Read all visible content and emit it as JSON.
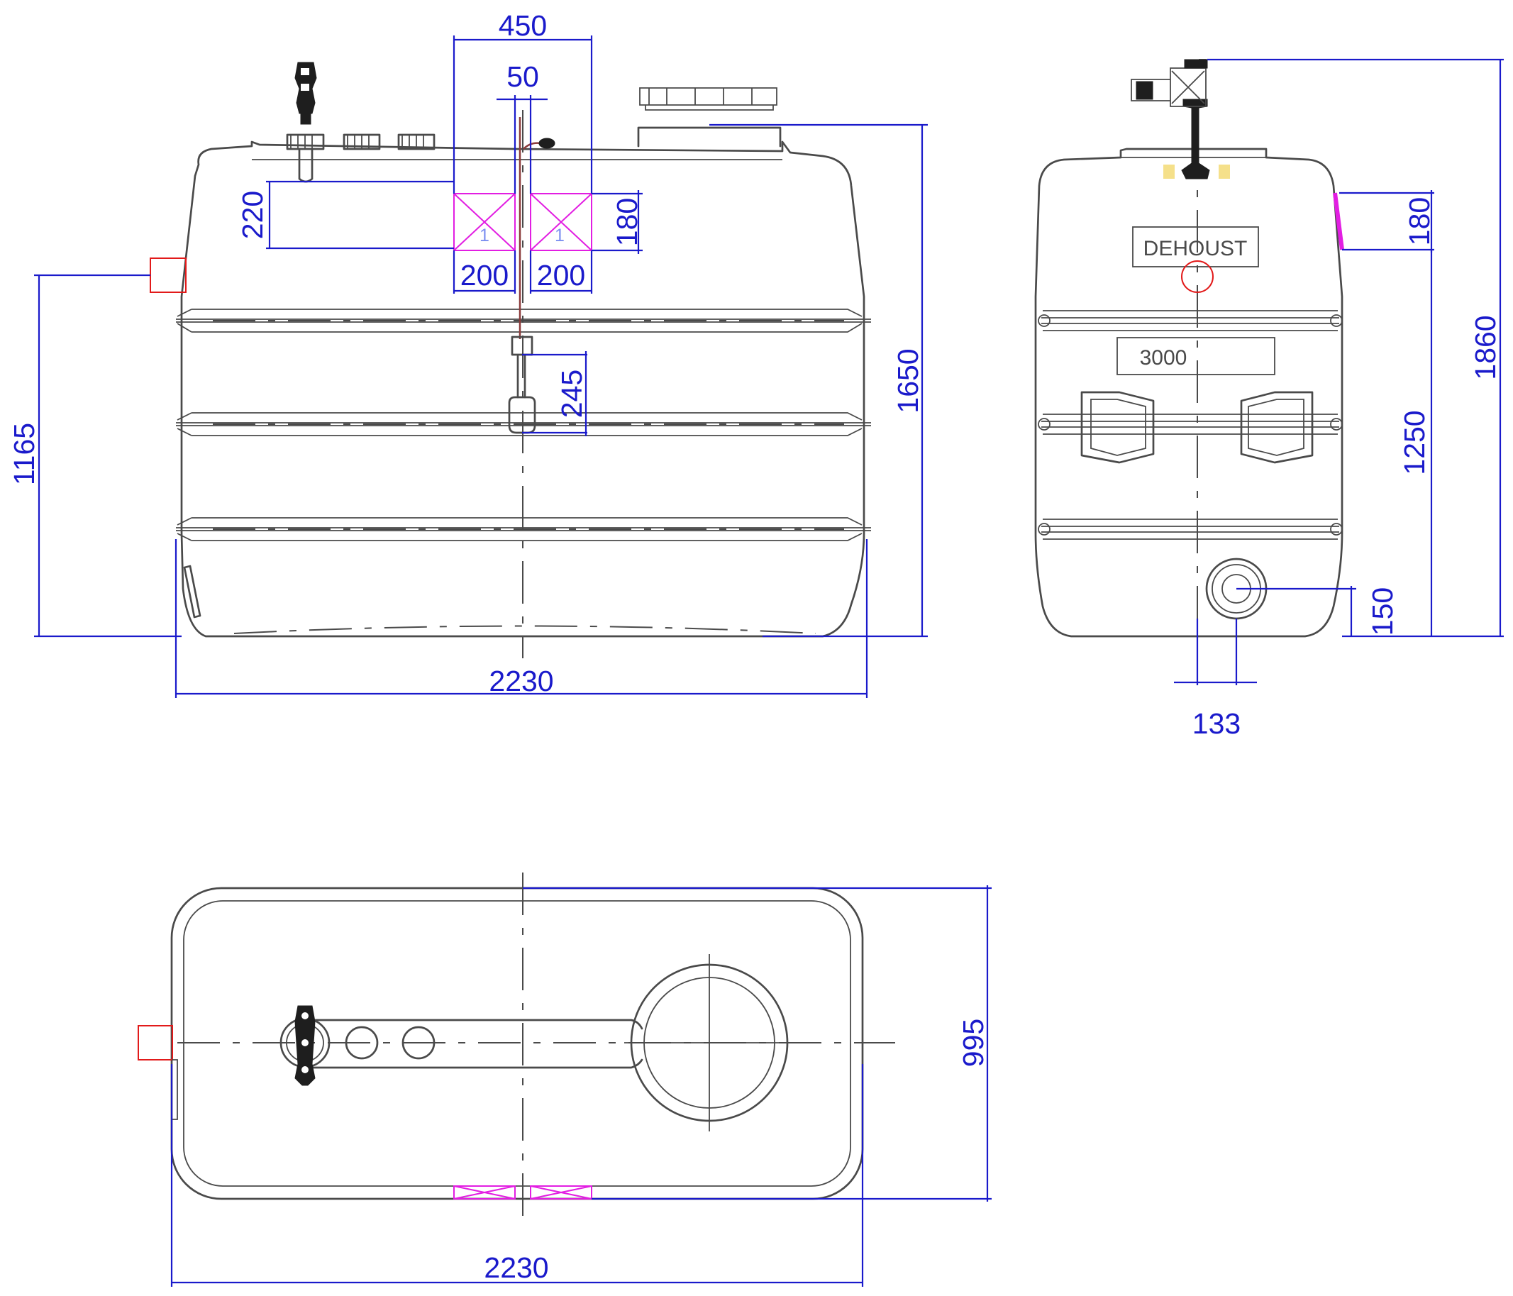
{
  "front_view": {
    "dimensions": {
      "top_width": "450",
      "gap": "50",
      "nozzle_height": "220",
      "cross_height": "180",
      "cross_left_width": "200",
      "cross_right_width": "200",
      "float_offset": "245",
      "connector_height": "1165",
      "overall_height": "1650",
      "overall_width": "2230"
    },
    "cross_tags": [
      "1",
      "1"
    ]
  },
  "side_view": {
    "brand_label": "DEHOUST",
    "volume_label": "3000",
    "dimensions": {
      "top_height": "1860",
      "cross_height": "180",
      "mid_height": "1250",
      "outlet_height": "150",
      "outlet_offset": "133"
    }
  },
  "top_view": {
    "dimensions": {
      "depth": "995",
      "width": "2230"
    }
  },
  "colors": {
    "outline": "#4a4a4a",
    "dimension": "#1a1acb",
    "marker": "#e21ee2",
    "connector": "#e21a1a"
  }
}
